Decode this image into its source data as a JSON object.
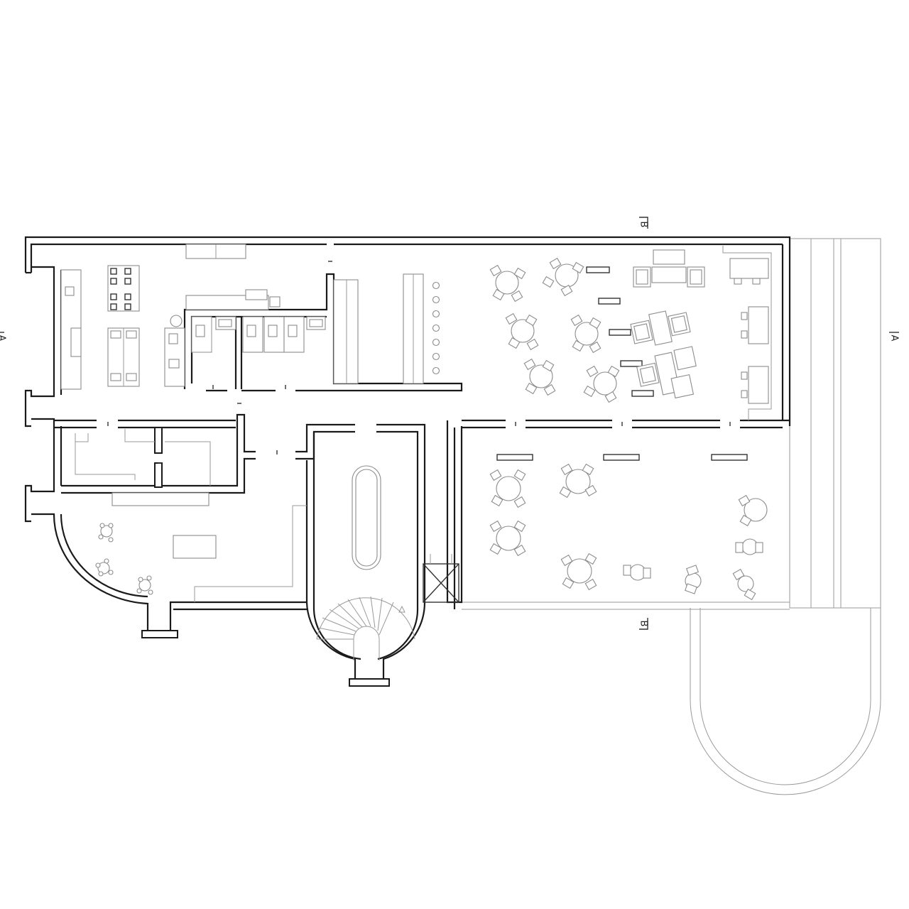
{
  "section_markers": {
    "a_left": "A",
    "a_right": "A",
    "b_top": "B",
    "b_bottom": "B"
  },
  "colors": {
    "wall": "#1a1a1a",
    "furniture": "#8c8c8c",
    "background": "#ffffff"
  }
}
